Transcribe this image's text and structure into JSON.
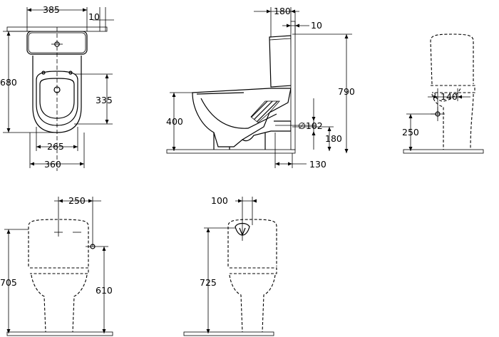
{
  "dimensions": {
    "top_view": {
      "tank_width": "385",
      "offset_small": "10",
      "total_depth": "680",
      "seat_depth": "335",
      "seat_inner_width": "265",
      "base_width": "360"
    },
    "side_view": {
      "tank_depth": "180",
      "tank_offset": "10",
      "total_height": "790",
      "bowl_height": "400",
      "outlet_diameter": "∅102",
      "outlet_height": "180",
      "outlet_setback": "130"
    },
    "end_view": {
      "inlet_width": "140",
      "inlet_height": "250"
    },
    "front_view": {
      "inlet_offset": "250",
      "tank_height": "705",
      "inlet_height": "610"
    },
    "rear_view": {
      "valve_offset": "100",
      "tank_height": "725"
    }
  }
}
